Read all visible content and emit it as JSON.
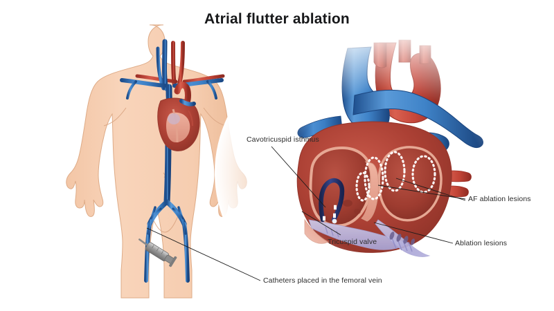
{
  "figure": {
    "title": "Atrial flutter ablation",
    "background_color": "#ffffff",
    "title_color": "#17181a"
  },
  "labels": {
    "cavotricuspid_isthmus": "Cavotricuspid isthmus",
    "af_ablation_lesions": "AF ablation lesions",
    "ablation_lesions": "Ablation lesions",
    "tricuspid_valve": "Tricuspid valve",
    "catheters_femoral": "Catheters placed in the femoral vein"
  },
  "palette": {
    "skin": "#f6cfb2",
    "skin_shadow": "#e9b894",
    "vein_blue": "#2f6fb5",
    "vein_blue_dark": "#1d4d8c",
    "vein_blue_light": "#5a9ad8",
    "artery_red": "#c0392f",
    "artery_red_light": "#e0705f",
    "muscle_red": "#b24236",
    "chamber_pink": "#e8a08e",
    "valve_lavender": "#b9b6de",
    "lesion_white": "#ffffff",
    "catheter_navy": "#26356e",
    "syringe_gray": "#9a9a9a",
    "leader_line": "#1a1a1a"
  },
  "illustrations": {
    "left_panel": {
      "name": "torso-with-heart-and-vessels",
      "features": [
        "head-and-neck",
        "shoulders",
        "arms",
        "chest",
        "heart",
        "superior-vena-cava",
        "jugular-veins",
        "carotid-arteries",
        "aorta",
        "inferior-vena-cava",
        "iliac-veins",
        "femoral-vein",
        "syringe-catheter-insertion"
      ]
    },
    "right_panel": {
      "name": "heart-cutaway-cross-section",
      "features": [
        "aorta",
        "pulmonary-artery",
        "superior-vena-cava",
        "inferior-vena-cava",
        "right-atrium",
        "left-atrium",
        "right-ventricle",
        "left-ventricle",
        "tricuspid-valve",
        "ablation-catheter",
        "ablation-lesion-dots",
        "pulmonary-vein-encircling-lesions"
      ]
    }
  }
}
